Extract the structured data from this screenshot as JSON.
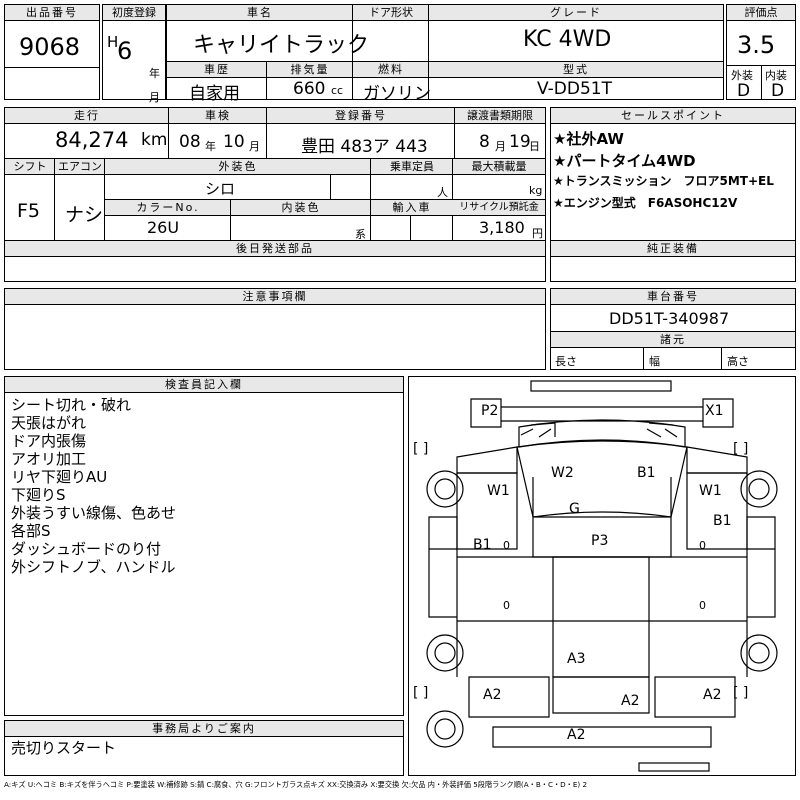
{
  "header_labels": {
    "lot_no": "出品番号",
    "first_reg": "初度登録",
    "car_name": "車名",
    "door": "ドア形状",
    "grade": "グレード",
    "score": "評価点",
    "year_unit": "年",
    "month_unit": "月",
    "history": "車歴",
    "displacement": "排気量",
    "fuel": "燃料",
    "model_code": "型式",
    "exterior": "外装",
    "interior": "内装"
  },
  "lot_no": "9068",
  "era": "H",
  "year": "6",
  "car_name": "キャリイトラック",
  "grade": "KC 4WD",
  "score": "3.5",
  "history": "自家用",
  "displacement": "660",
  "cc_unit": "cc",
  "fuel": "ガソリン",
  "model_code": "V-DD51T",
  "exterior_grade": "D",
  "interior_grade": "D",
  "row2_labels": {
    "mileage": "走行",
    "inspection": "車検",
    "reg_no": "登録番号",
    "transfer": "譲渡書類期限",
    "sales_points": "セールスポイント"
  },
  "mileage": "84,274",
  "km_unit": "km",
  "inspection_year": "08",
  "inspection_month": "10",
  "year_char": "年",
  "month_char": "月",
  "reg_no": "豊田 483ア 443",
  "transfer_month": "8",
  "transfer_day": "19",
  "day_char": "日",
  "row3_labels": {
    "shift": "シフト",
    "aircon": "エアコン",
    "ext_color": "外装色",
    "capacity": "乗車定員",
    "max_load": "最大積載量",
    "color_no": "カラーNo.",
    "int_color": "内装色",
    "import": "輸入車",
    "recycle": "リサイクル預託金"
  },
  "shift": "F5",
  "aircon": "ナシ",
  "ext_color": "シロ",
  "person_unit": "人",
  "kg_unit": "kg",
  "color_no": "26U",
  "int_unit": "系",
  "recycle": "3,180",
  "yen_unit": "円",
  "sales_points": [
    "★社外AW",
    "★パートタイム4WD",
    "★トランスミッション　フロア5MT+EL",
    "★エンジン型式　F6ASOHC12V"
  ],
  "later_parts_label": "後日発送部品",
  "genuine_label": "純正装備",
  "caution_label": "注意事項欄",
  "chassis_label": "車台番号",
  "chassis_no": "DD51T-340987",
  "dims_label": "諸元",
  "length_label": "長さ",
  "width_label": "幅",
  "height_label": "高さ",
  "inspector_label": "検査員記入欄",
  "inspector_notes": [
    "シート切れ・破れ",
    "天張はがれ",
    "ドア内張傷",
    "アオリ加工",
    "リヤ下廻りAU",
    "下廻りS",
    "外装うすい線傷、色あせ",
    "各部S",
    "ダッシュボードのり付",
    "外シフトノブ、ハンドル"
  ],
  "office_label": "事務局よりご案内",
  "office_note": "売切りスタート",
  "diagram_marks": {
    "p2": "P2",
    "x1": "X1",
    "w2": "W2",
    "b1_cab": "B1",
    "w1_left": "W1",
    "w1_right": "W1",
    "g": "G",
    "b1_right": "B1",
    "b1_left": "B1",
    "p3": "P3",
    "a3": "A3",
    "a2_left": "A2",
    "a2_right": "A2",
    "a2_center": "A2",
    "a2_bottom": "A2"
  },
  "bracket_text": "[    ]",
  "zero_mark": "0",
  "legend": "A:キズ U:ヘコミ B:キズを伴うヘコミ P:要塗装 W:補修跡 S:錆 C:腐食、穴 G:フロントガラス点キズ XX:交換済み X:要交換 欠:欠品 内・外装評価 5段階ランク順(A・B・C・D・E) 2"
}
